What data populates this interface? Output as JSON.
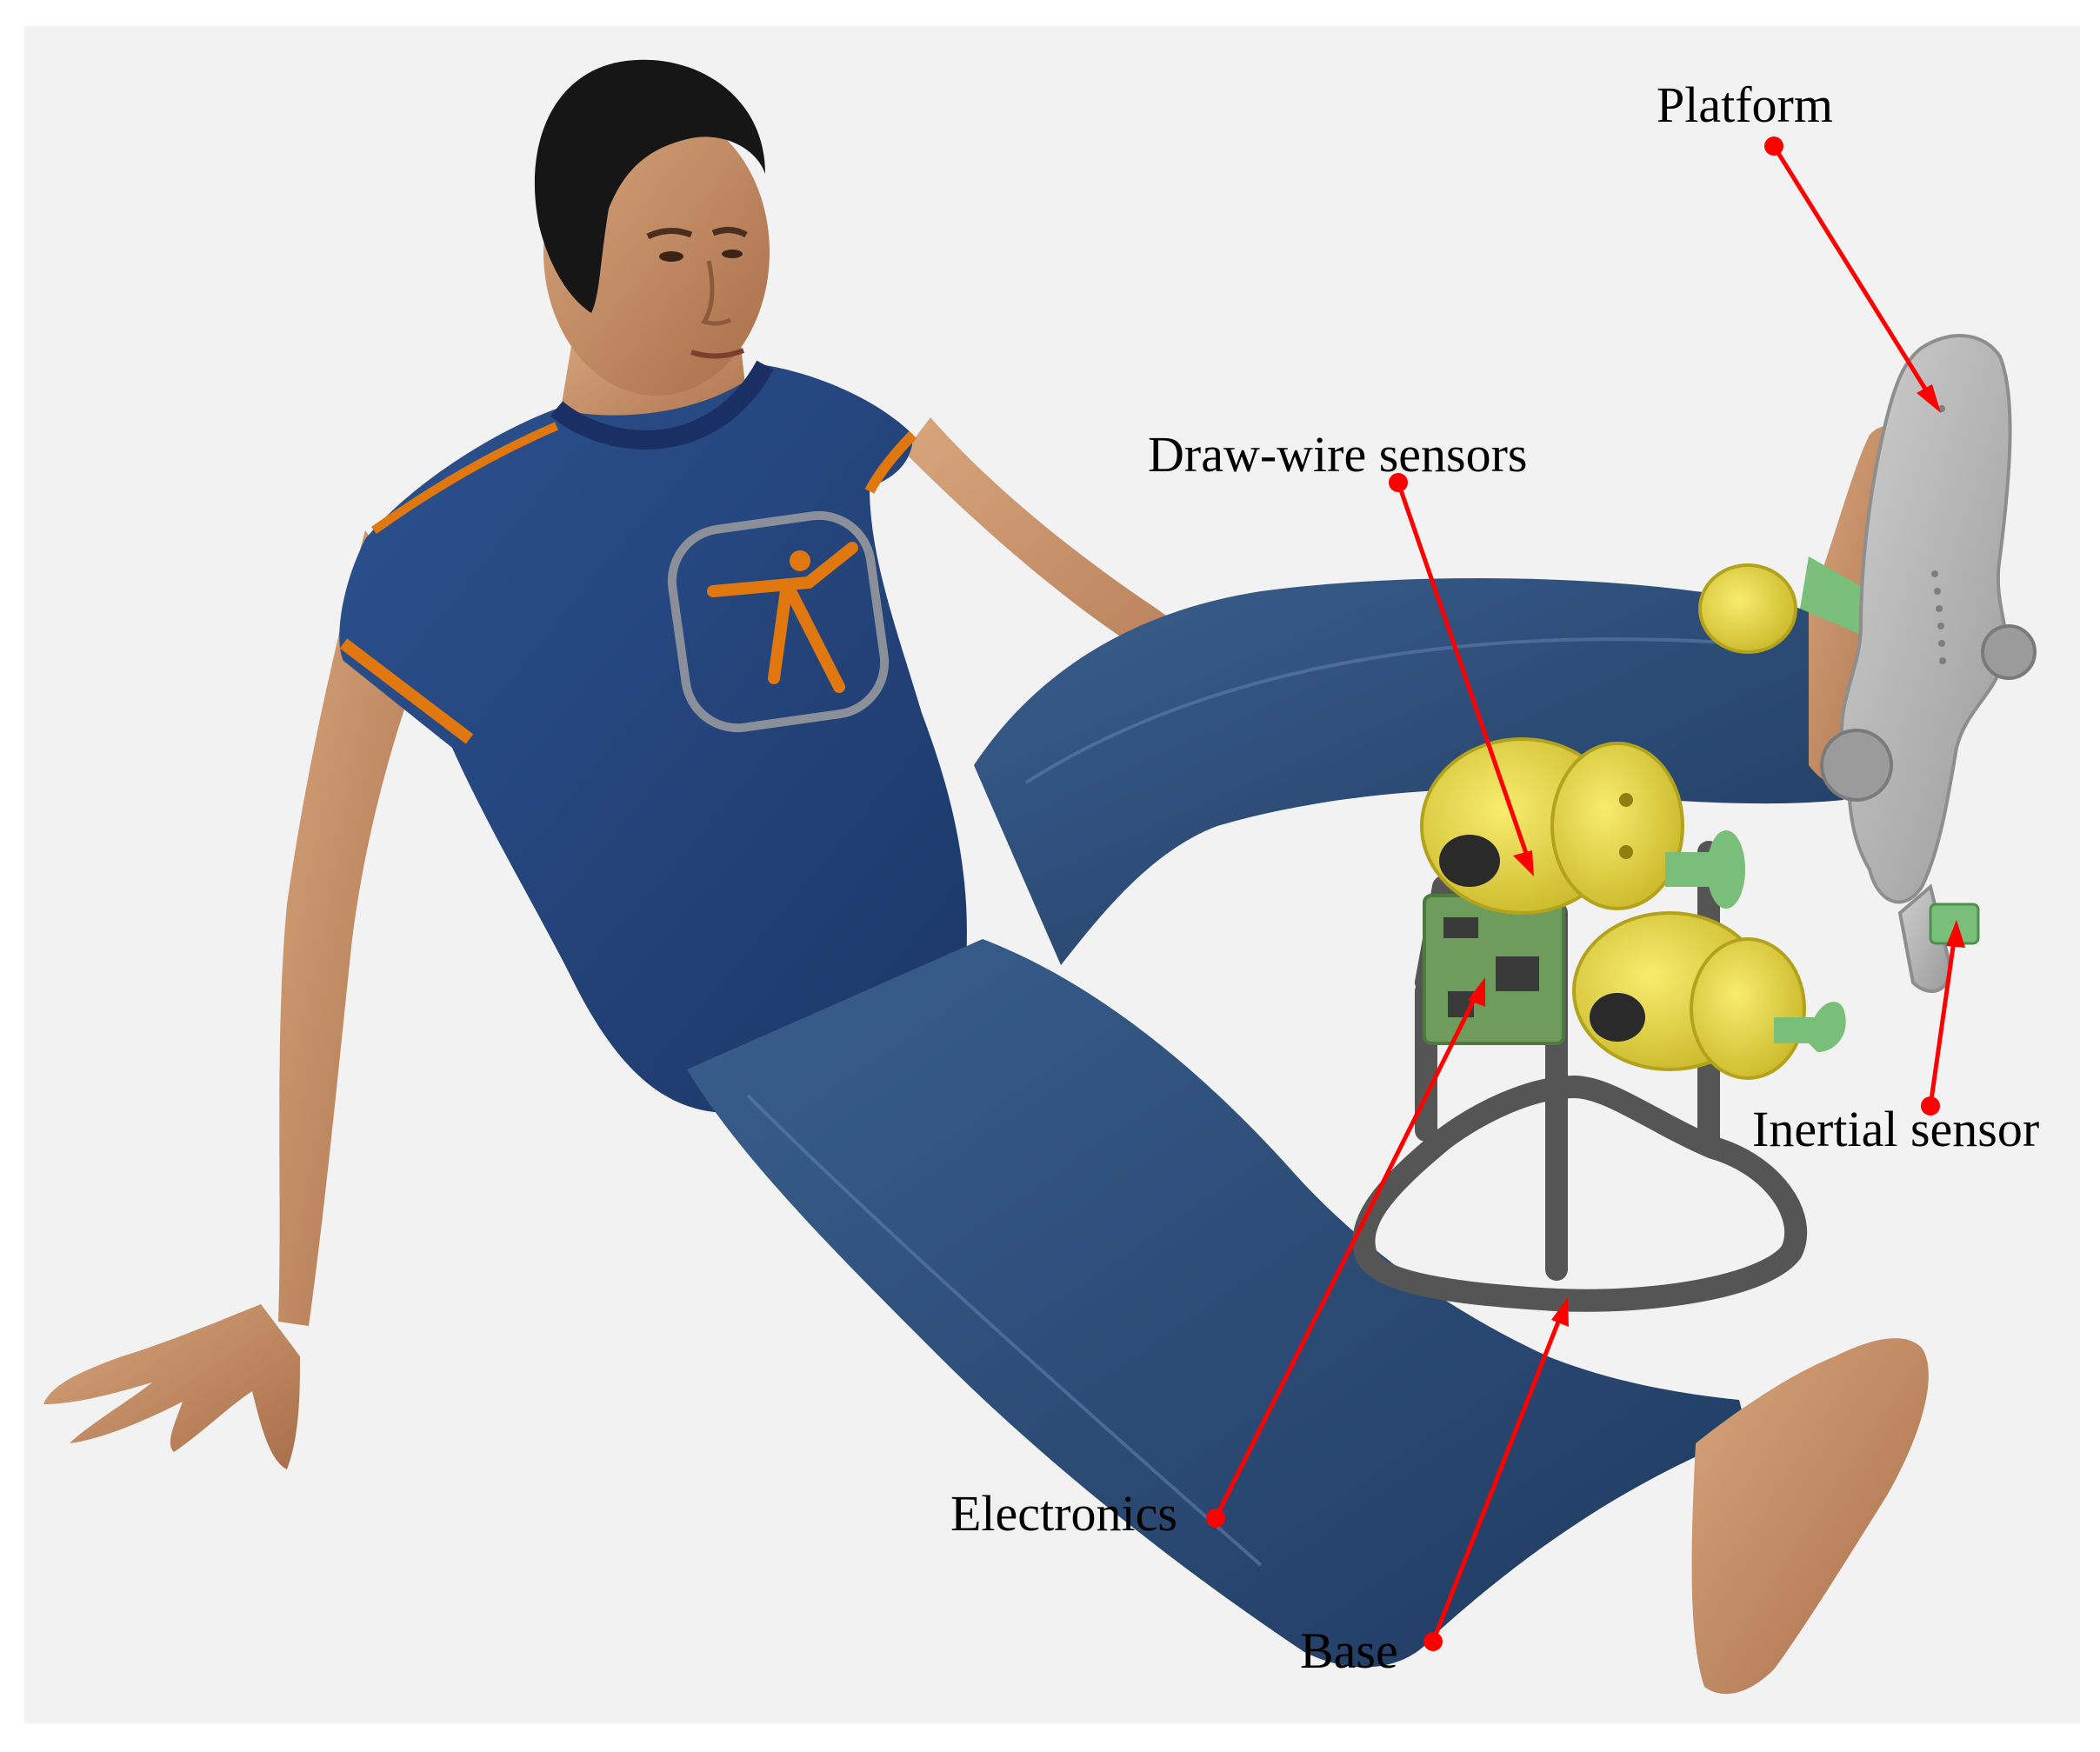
{
  "figure": {
    "background": "#f2f2f2",
    "annotation_color": "#ff0000"
  },
  "labels": {
    "platform": "Platform",
    "draw_wire_sensors": "Draw-wire sensors",
    "inertial_sensor": "Inertial sensor",
    "electronics": "Electronics",
    "base": "Base"
  },
  "colors": {
    "skin": "#c9936a",
    "shirt": "#24447a",
    "shirt_trim": "#e0780f",
    "jeans": "#2d4f7c",
    "hair": "#161616",
    "sensor_yellow": "#e9d83a",
    "part_green": "#79be79",
    "pcb_green": "#6e9c5c",
    "frame_dark": "#555555",
    "platform_grey": "#b7b7b7"
  }
}
